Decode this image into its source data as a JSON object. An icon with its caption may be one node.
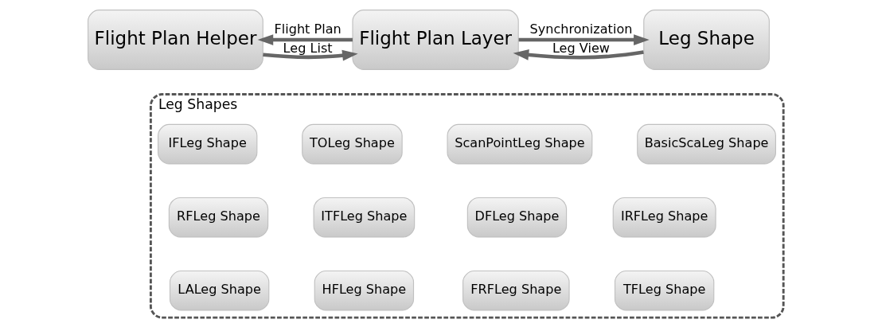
{
  "diagram": {
    "nodes": [
      {
        "text": [
          "Flight Plan Helper"
        ]
      },
      {
        "text": [
          "Flight Plan Layer"
        ]
      },
      {
        "text": [
          "Leg Shape"
        ]
      },
      {
        "text": [
          "Leg Shapes"
        ]
      },
      {
        "text": [
          "IFLeg Shape"
        ],
        "in": 3
      },
      {
        "text": [
          "TOLeg Shape"
        ],
        "in": 3
      },
      {
        "text": [
          "ScanPointLeg Shape"
        ],
        "in": 3
      },
      {
        "text": [
          "BasicScaLeg Shape"
        ],
        "in": 3
      },
      {
        "text": [
          "RFLeg Shape"
        ],
        "in": 3
      },
      {
        "text": [
          "ITFLeg Shape"
        ],
        "in": 3
      },
      {
        "text": [
          "DFLeg Shape"
        ],
        "in": 3
      },
      {
        "text": [
          "IRFLeg Shape"
        ],
        "in": 3
      },
      {
        "text": [
          "LALeg Shape"
        ],
        "in": 3
      },
      {
        "text": [
          "HFLeg Shape"
        ],
        "in": 3
      },
      {
        "text": [
          "FRFLeg Shape"
        ],
        "in": 3
      },
      {
        "text": [
          "TFLeg Shape"
        ],
        "in": 3
      }
    ],
    "edges": [
      {
        "from": 1,
        "to": 0,
        "arrow": "to",
        "label": "Flight Plan"
      },
      {
        "from": 0,
        "to": 1,
        "arrow": "to",
        "label": "Leg List"
      },
      {
        "from": 2,
        "to": 1,
        "arrow": "to",
        "label": "Leg View"
      },
      {
        "from": 1,
        "to": 2,
        "arrow": "to",
        "label": "Synchronization"
      }
    ]
  }
}
